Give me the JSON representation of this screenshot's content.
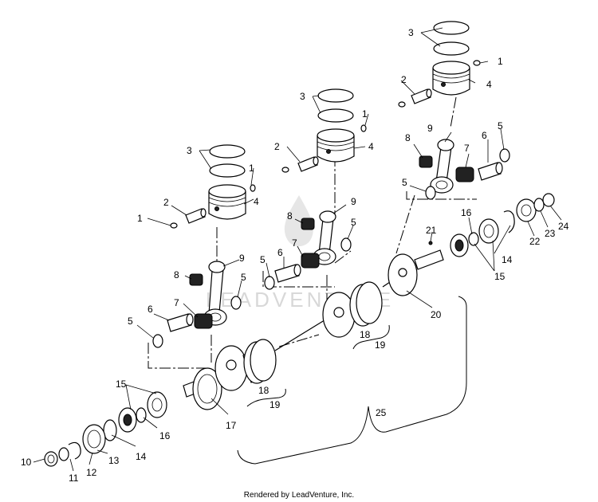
{
  "diagram": {
    "footer": "Rendered by LeadVenture, Inc.",
    "watermark": "LEADVENTURE",
    "callouts": {
      "c1": "1",
      "c2": "2",
      "c3": "3",
      "c4": "4",
      "c5": "5",
      "c6": "6",
      "c7": "7",
      "c8": "8",
      "c9": "9",
      "c10": "10",
      "c11": "11",
      "c12": "12",
      "c13": "13",
      "c14": "14",
      "c15": "15",
      "c16": "16",
      "c17": "17",
      "c18": "18",
      "c19": "19",
      "c20": "20",
      "c21": "21",
      "c22": "22",
      "c23": "23",
      "c24": "24",
      "c25": "25"
    }
  }
}
